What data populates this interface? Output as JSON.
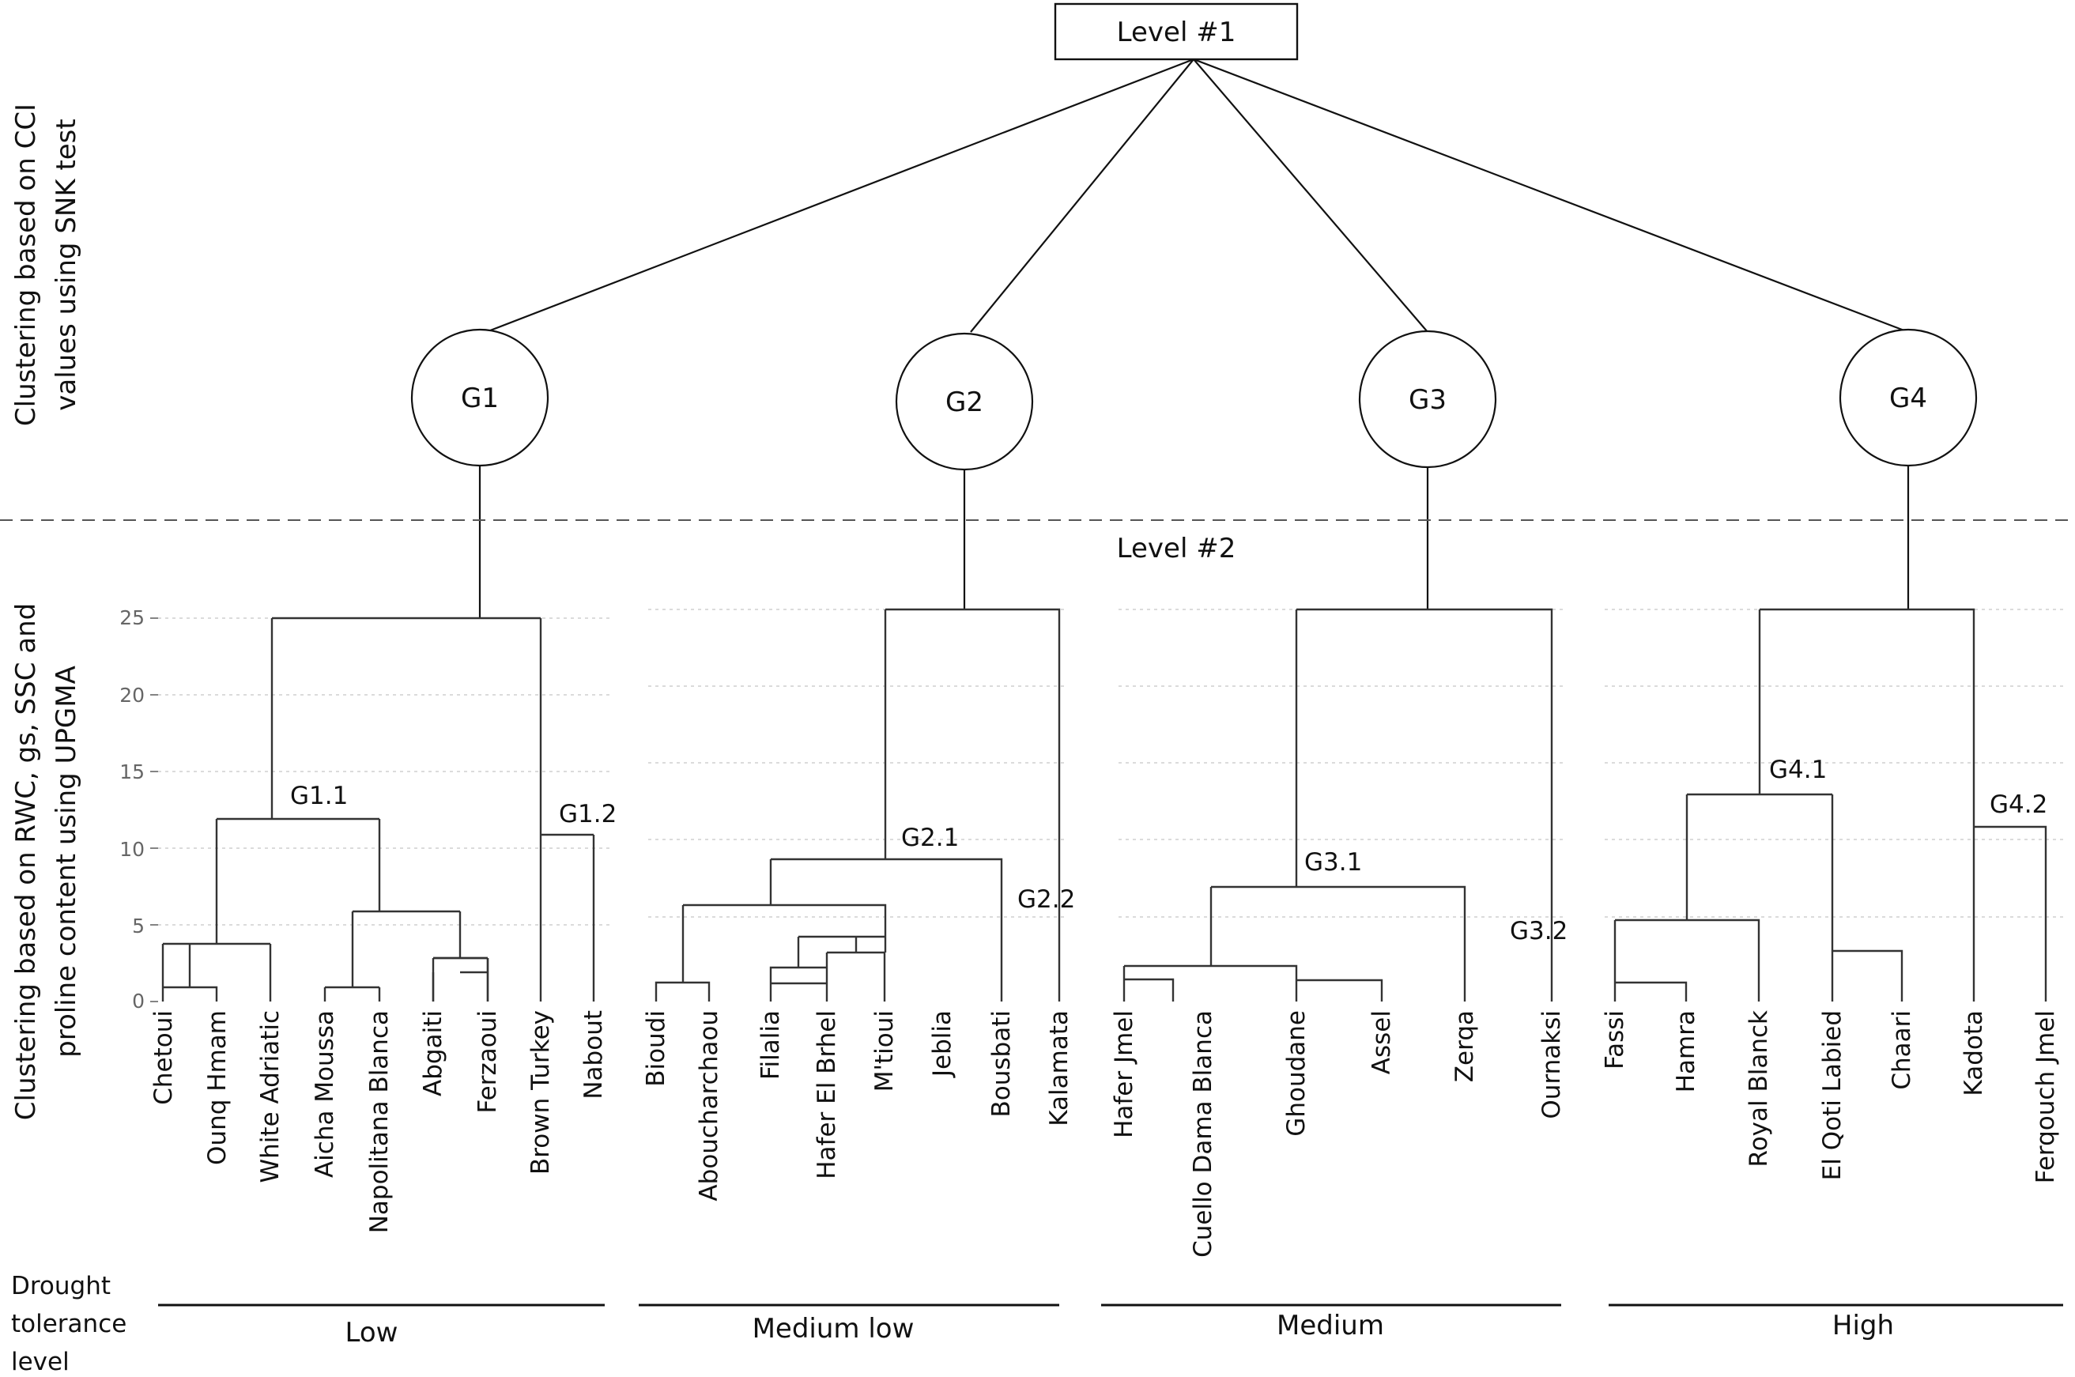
{
  "level1_label": "Level #1",
  "level2_label": "Level #2",
  "ylabel_level1": [
    "Clustering based on CCI",
    "values using SNK test"
  ],
  "ylabel_level2": [
    "Clustering based on RWC, gs, SSC and",
    "proline content using UPGMA"
  ],
  "y_ticks": [
    "0",
    "5",
    "10",
    "15",
    "20",
    "25"
  ],
  "drought_label": [
    "Drought",
    "tolerance",
    "level"
  ],
  "groups": [
    {
      "name": "G1",
      "tolerance": "Low",
      "subgroups": [
        "G1.1",
        "G1.2"
      ],
      "leaves": [
        "Chetoui",
        "Ounq Hmam",
        "White Adriatic",
        "Aicha Moussa",
        "Napolitana Blanca",
        "Abgaiti",
        "Ferzaoui",
        "Brown Turkey",
        "Nabout"
      ]
    },
    {
      "name": "G2",
      "tolerance": "Medium low",
      "subgroups": [
        "G2.1",
        "G2.2"
      ],
      "leaves": [
        "Bioudi",
        "Aboucharchaou",
        "Filalia",
        "Hafer El Brhel",
        "M'tioui",
        "Jeblia",
        "Bousbati",
        "Kalamata"
      ]
    },
    {
      "name": "G3",
      "tolerance": "Medium",
      "subgroups": [
        "G3.1",
        "G3.2"
      ],
      "leaves": [
        "Hafer Jmel",
        "Cuello Dama Blanca",
        "Ghoudane",
        "Assel",
        "Zerqa",
        "Ournaksi"
      ]
    },
    {
      "name": "G4",
      "tolerance": "High",
      "subgroups": [
        "G4.1",
        "G4.2"
      ],
      "leaves": [
        "Fassi",
        "Hamra",
        "Royal Blanck",
        "El Qoti Labied",
        "Chaari",
        "Kadota",
        "Ferqouch Jmel"
      ]
    }
  ]
}
